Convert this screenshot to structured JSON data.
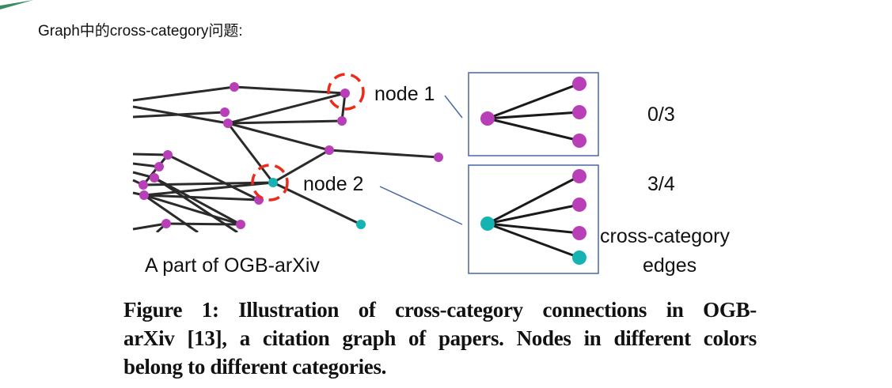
{
  "slide": {
    "title": "Graph中的cross-category问题:",
    "accent_color": "#3a8a62"
  },
  "figure": {
    "left_panel_label": "A part of OGB-arXiv",
    "node1_label": "node 1",
    "node2_label": "node 2",
    "node1_ratio": "0/3",
    "node2_ratio": "3/4",
    "legend_line1": "cross-category",
    "legend_line2": "edges",
    "colors": {
      "purple": "#b83fb8",
      "teal": "#16b3b3",
      "highlight_ring": "#ee2a1a",
      "box_border": "#4a67a5",
      "edge": "#222222"
    }
  },
  "caption": {
    "line1": "Figure 1: Illustration of cross-category connections in OGB-",
    "line2": "arXiv [13], a citation graph of papers. Nodes in different colors",
    "line3": "belong to different categories."
  }
}
